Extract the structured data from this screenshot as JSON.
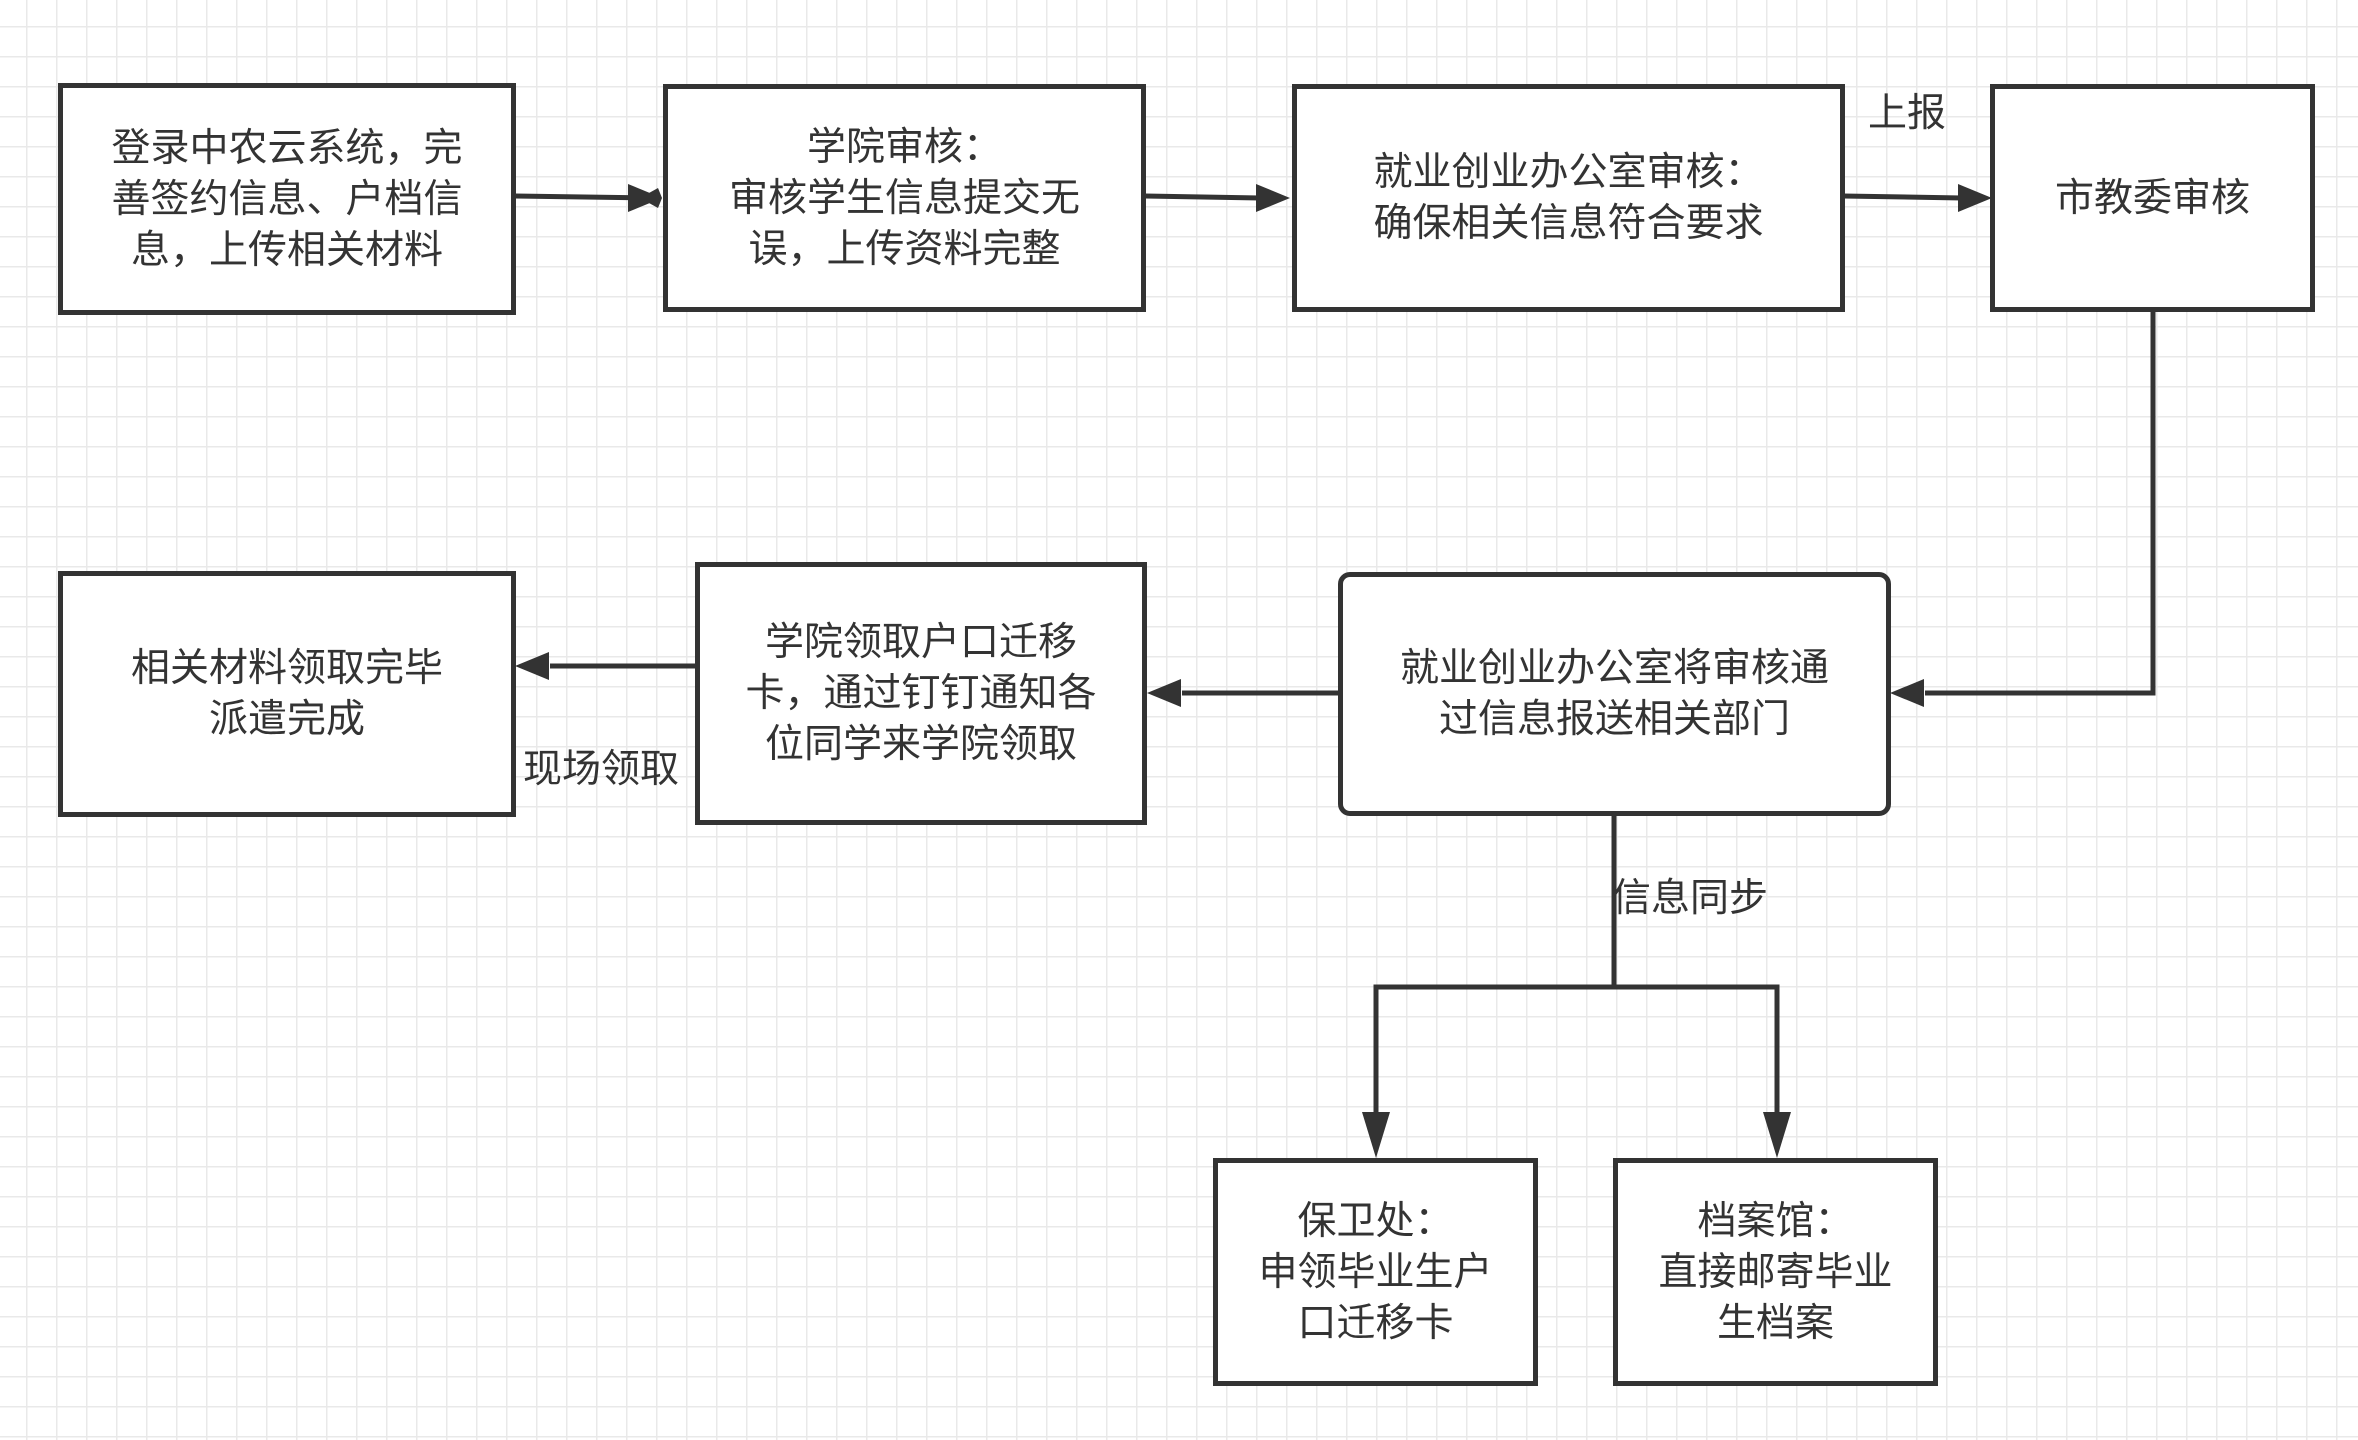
{
  "nodes": {
    "login": "登录中农云系统，完\n善签约信息、户档信\n息，上传相关材料",
    "college_review": "学院审核：\n审核学生信息提交无\n误，上传资料完整",
    "office_review": "就业创业办公室审核：\n确保相关信息符合要求",
    "city_review": "市教委审核",
    "office_send": "就业创业办公室将审核通\n过信息报送相关部门",
    "college_collect": "学院领取户口迁移\n卡，通过钉钉通知各\n位同学来学院领取",
    "done": "相关材料领取完毕\n派遣完成",
    "security": "保卫处：\n申领毕业生户\n口迁移卡",
    "archives": "档案馆：\n直接邮寄毕业\n生档案"
  },
  "edge_labels": {
    "report": "上报",
    "sync": "信息同步",
    "onsite": "现场领取"
  },
  "colors": {
    "stroke": "#333333",
    "grid": "#e9e9e9",
    "background": "#ffffff"
  }
}
